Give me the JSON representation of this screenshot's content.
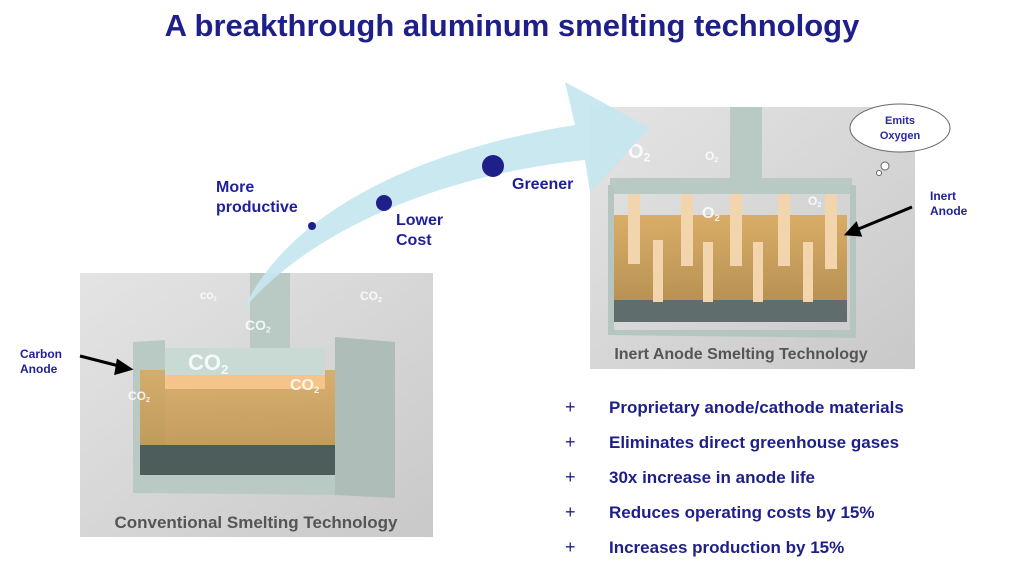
{
  "title": "A breakthrough aluminum smelting technology",
  "arrow_labels": {
    "more_productive_1": "More",
    "more_productive_2": "productive",
    "lower_cost_1": "Lower",
    "lower_cost_2": "Cost",
    "greener": "Greener"
  },
  "conventional": {
    "caption": "Conventional Smelting Technology",
    "anode_label_1": "Carbon",
    "anode_label_2": "Anode",
    "gas": "CO",
    "gas_sub": "2"
  },
  "inert": {
    "caption": "Inert Anode Smelting Technology",
    "anode_label_1": "Inert",
    "anode_label_2": "Anode",
    "cloud_1": "Emits",
    "cloud_2": "Oxygen",
    "gas": "O",
    "gas_sub": "2"
  },
  "bullets": [
    {
      "marker": "+",
      "text": "Proprietary anode/cathode materials"
    },
    {
      "marker": "+",
      "text": "Eliminates direct greenhouse gases"
    },
    {
      "marker": "+",
      "text": "30x increase in anode life"
    },
    {
      "marker": "+",
      "text": "Reduces operating costs by 15%"
    },
    {
      "marker": "+",
      "text": "Increases production by 15%"
    }
  ],
  "colors": {
    "title": "#1f1f8a",
    "bath": "#c99a4a",
    "arrow": "#c6e6ee",
    "panel": "#d6d6d6"
  }
}
